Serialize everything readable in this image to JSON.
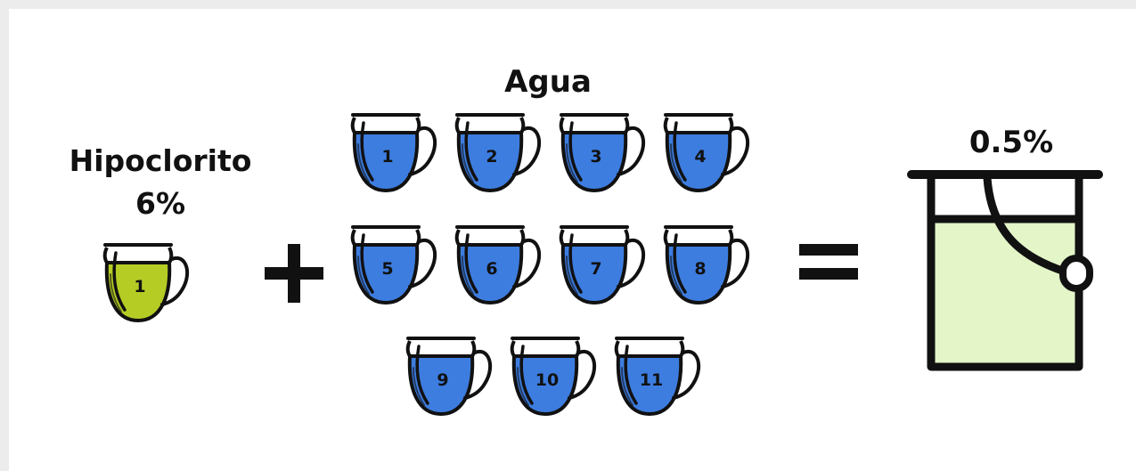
{
  "bleach": {
    "title": "Hipoclorito",
    "percent": "6%",
    "cup_number": "1",
    "color": "#b5cc25"
  },
  "water": {
    "title": "Agua",
    "color": "#3d7de0",
    "cups": [
      "1",
      "2",
      "3",
      "4",
      "5",
      "6",
      "7",
      "8",
      "9",
      "10",
      "11"
    ]
  },
  "result": {
    "label": "0.5%",
    "color": "#e4f5c8"
  },
  "operators": {
    "plus": "plus-sign",
    "equals": "equals-sign"
  }
}
